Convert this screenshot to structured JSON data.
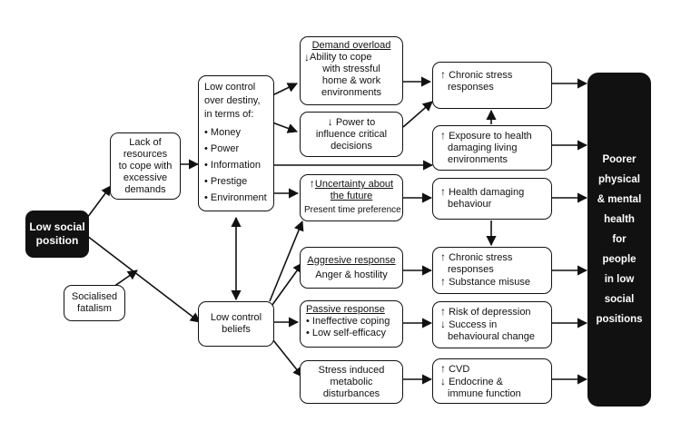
{
  "nodes": {
    "low_social": [
      "Low social",
      "position"
    ],
    "socialised": [
      "Socialised",
      "fatalism"
    ],
    "lack_resources": [
      "Lack of",
      "resources",
      "to cope with",
      "excessive",
      "demands"
    ],
    "low_control_destiny": {
      "intro": [
        "Low control",
        "over destiny,",
        "in terms of:"
      ],
      "items": [
        "Money",
        "Power",
        "Information",
        "Prestige",
        "Environment"
      ]
    },
    "low_control_beliefs": [
      "Low control",
      "beliefs"
    ],
    "demand_overload": {
      "title": "Demand overload",
      "lines": [
        "Ability to cope",
        "with stressful",
        "home & work",
        "environments"
      ]
    },
    "power_influence": [
      "Power to",
      "influence critical",
      "decisions"
    ],
    "uncertainty": {
      "title_l1": "Uncertainty about",
      "title_l2": "the future",
      "sub": "Present time preference"
    },
    "aggressive": {
      "title": "Aggresive response",
      "sub": "Anger & hostility"
    },
    "passive": {
      "title": "Passive response",
      "items": [
        "Ineffective coping",
        "Low self-efficacy"
      ]
    },
    "stress_metabolic": [
      "Stress induced",
      "metabolic",
      "disturbances"
    ],
    "chronic1": [
      "Chronic stress",
      "responses"
    ],
    "exposure": [
      "Exposure to health",
      "damaging living",
      "environments"
    ],
    "health_behaviour": [
      "Health damaging",
      "behaviour"
    ],
    "chronic2": {
      "l1": "Chronic stress",
      "l2": "responses",
      "l3": "Substance misuse"
    },
    "depression": {
      "l1": "Risk of depression",
      "l2": "Success in",
      "l3": "behavioural change"
    },
    "cvd": {
      "l1": "CVD",
      "l2": "Endocrine &",
      "l3": "immune function"
    },
    "outcome": [
      "Poorer",
      "physical",
      "& mental",
      "health",
      "for",
      "people",
      "in low",
      "social",
      "positions"
    ]
  },
  "symbols": {
    "up": "↑",
    "down": "↓",
    "bullet": "•"
  }
}
